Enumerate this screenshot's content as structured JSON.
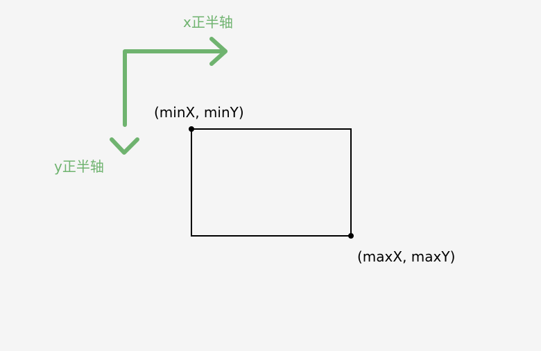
{
  "axes": {
    "x_label": "x正半轴",
    "y_label": "y正半轴",
    "color": "#6fb36f"
  },
  "rectangle": {
    "top_left_label": "(minX, minY)",
    "bottom_right_label": "(maxX, maxY)",
    "stroke_color": "#000000"
  },
  "colors": {
    "background": "#f5f5f5",
    "text": "#000000"
  }
}
